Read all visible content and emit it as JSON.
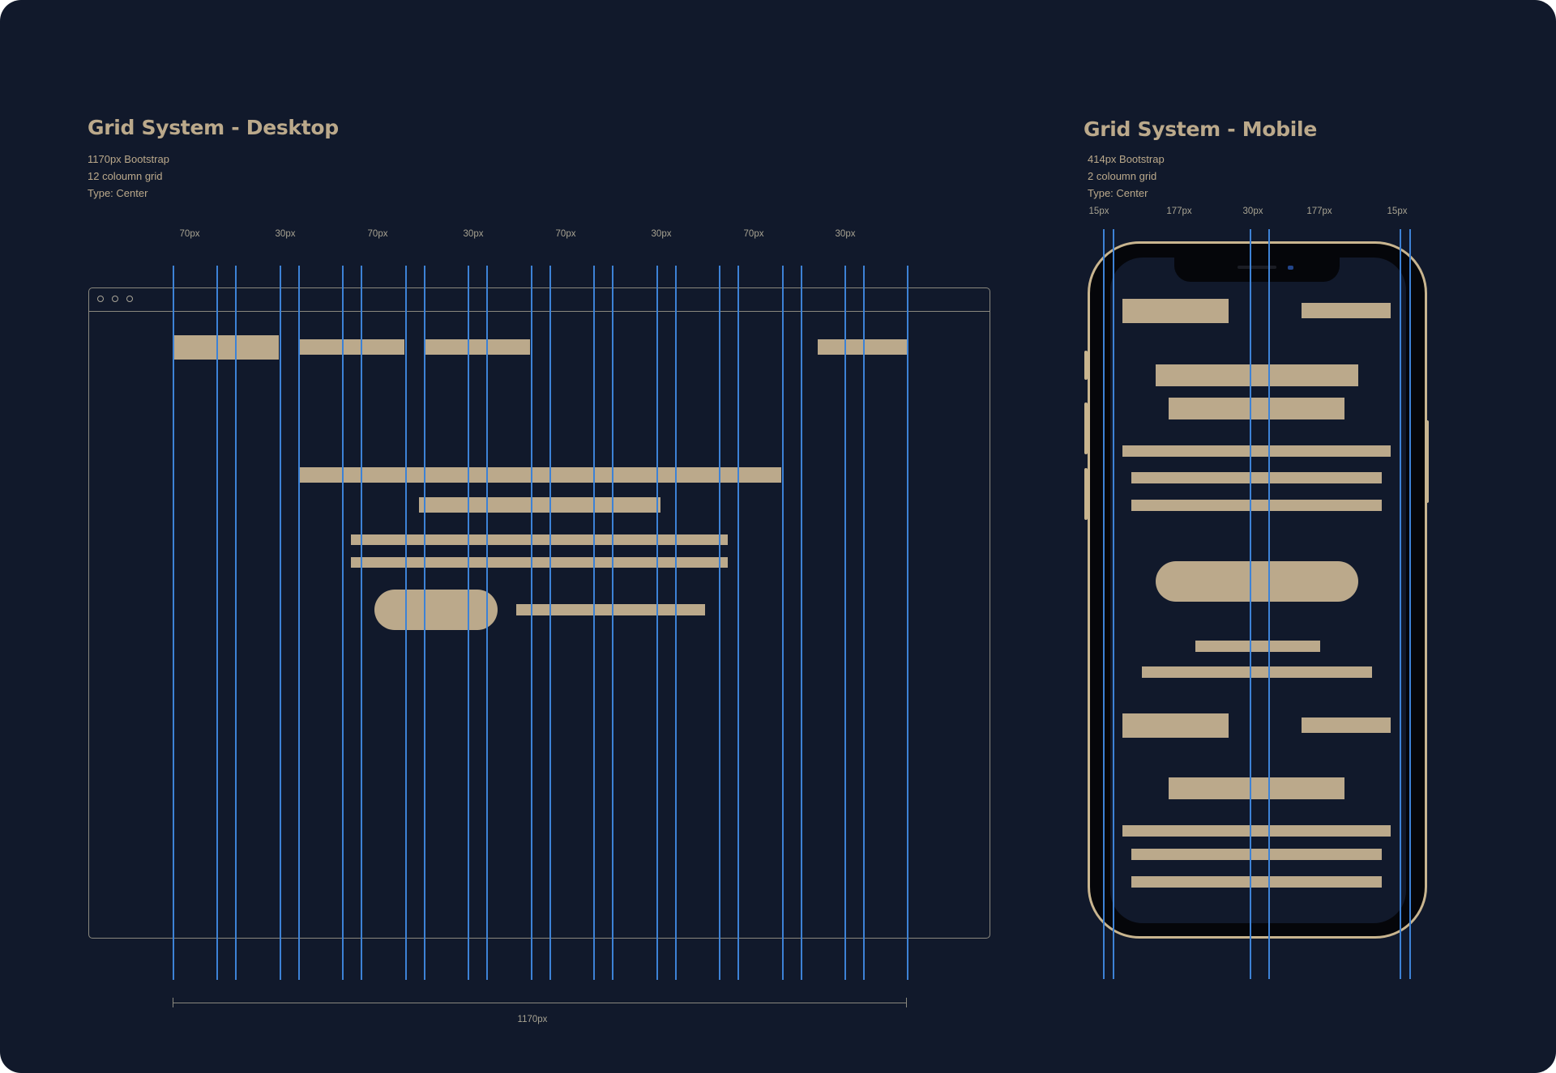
{
  "desktop": {
    "title": "Grid System - Desktop",
    "specs": [
      "1170px Bootstrap",
      "12 coloumn grid",
      "Type: Center"
    ],
    "measure_labels": [
      "70px",
      "30px",
      "70px",
      "30px",
      "70px",
      "30px",
      "70px",
      "30px"
    ],
    "total_width_label": "1170px"
  },
  "mobile": {
    "title": "Grid System - Mobile",
    "specs": [
      "414px Bootstrap",
      "2 coloumn grid",
      "Type: Center"
    ],
    "measure_labels": [
      "15px",
      "177px",
      "30px",
      "177px",
      "15px"
    ]
  },
  "colors": {
    "background": "#11192b",
    "accent": "#bba98b",
    "grid_line": "#3d82d6",
    "frame": "#8a887e"
  }
}
